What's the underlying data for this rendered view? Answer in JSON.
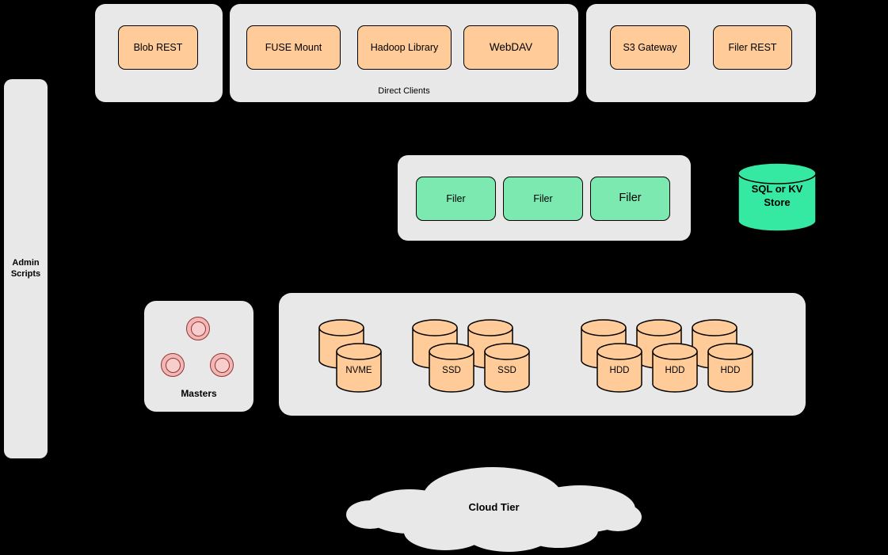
{
  "canvas": {
    "background": "#000000"
  },
  "palette": {
    "container_gray": "#e8e8e8",
    "client_orange": "#ffcc99",
    "filer_green": "#7ceab0",
    "store_green": "#35e9a2",
    "master_pink": "#f8cecc",
    "stroke": "#000000"
  },
  "admin_panel": {
    "label": "Admin Scripts"
  },
  "blob_group": {
    "items": [
      {
        "label": "Blob REST"
      }
    ]
  },
  "direct_clients_group": {
    "caption": "Direct Clients",
    "items": [
      {
        "label": "FUSE Mount"
      },
      {
        "label": "Hadoop Library"
      },
      {
        "label": "WebDAV"
      }
    ]
  },
  "gateway_group": {
    "items": [
      {
        "label": "S3 Gateway"
      },
      {
        "label": "Filer REST"
      }
    ]
  },
  "filer_group": {
    "items": [
      {
        "label": "Filer"
      },
      {
        "label": "Filer"
      },
      {
        "label": "Filer"
      }
    ]
  },
  "kv_store": {
    "label": "SQL or KV Store"
  },
  "masters_group": {
    "label": "Masters"
  },
  "volume_group": {
    "nvme_label": "NVME",
    "ssd_labels": [
      "SSD",
      "SSD"
    ],
    "hdd_labels": [
      "HDD",
      "HDD",
      "HDD"
    ]
  },
  "cloud_tier": {
    "label": "Cloud Tier"
  }
}
